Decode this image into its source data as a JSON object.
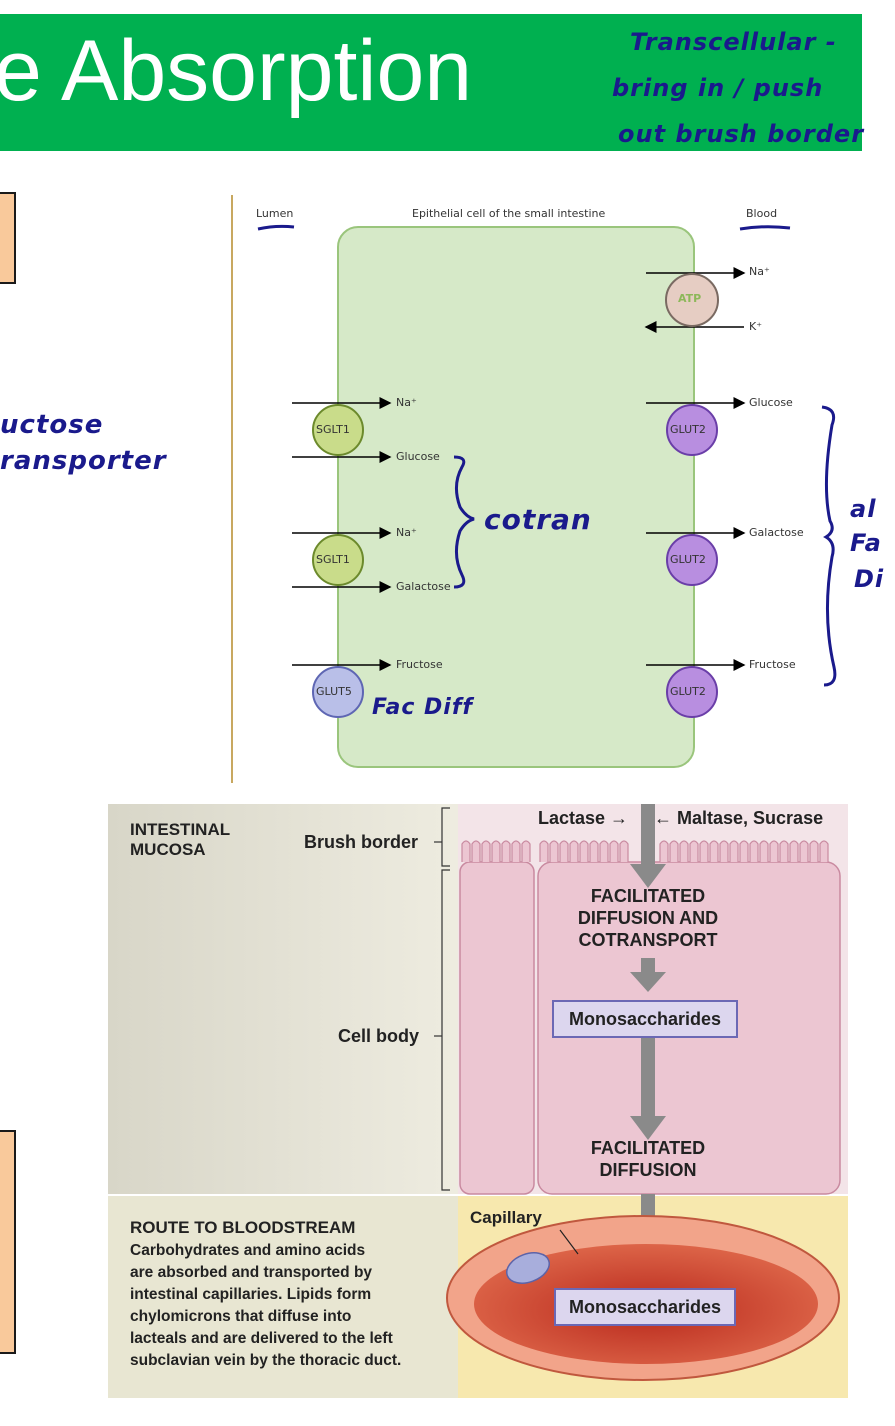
{
  "title": "e Absorption",
  "handwritten": {
    "top_right_1": "Transcellular -",
    "top_right_2": "bring in / push",
    "top_right_3": "out brush border",
    "left_1": "uctose",
    "left_2": "ransporter",
    "cotran": "cotran",
    "fac_diff": "Fac Diff",
    "right_1": "al",
    "right_2": "Fa",
    "right_3": "Di"
  },
  "cell_diagram": {
    "lumen": "Lumen",
    "cell_title": "Epithelial cell of the small intestine",
    "blood": "Blood",
    "atp": "ATP",
    "na": "Na⁺",
    "k": "K⁺",
    "glucose": "Glucose",
    "galactose": "Galactose",
    "fructose": "Fructose",
    "sglt1": "SGLT1",
    "glut5": "GLUT5",
    "glut2": "GLUT2"
  },
  "mucosa_diagram": {
    "intestinal_mucosa_1": "INTESTINAL",
    "intestinal_mucosa_2": "MUCOSA",
    "brush_border": "Brush border",
    "cell_body": "Cell body",
    "lactase": "Lactase →",
    "maltase": "← Maltase, Sucrase",
    "fac_cotrans_1": "FACILITATED",
    "fac_cotrans_2": "DIFFUSION AND",
    "fac_cotrans_3": "COTRANSPORT",
    "monosaccharides": "Monosaccharides",
    "fac_diff_1": "FACILITATED",
    "fac_diff_2": "DIFFUSION",
    "route_title": "ROUTE TO BLOODSTREAM",
    "route_text_1": "Carbohydrates and amino acids",
    "route_text_2": "are absorbed and transported by",
    "route_text_3": "intestinal capillaries. Lipids form",
    "route_text_4": "chylomicrons that diffuse into",
    "route_text_5": "lacteals and are delivered to the left",
    "route_text_6": "subclavian vein by the thoracic duct.",
    "capillary": "Capillary",
    "monosaccharides_2": "Monosaccharides"
  },
  "colors": {
    "title_bar": "#00b050",
    "handwriting": "#1a1a8c",
    "cell_fill": "#d6e9c8",
    "sglt": "#c9dc8a",
    "glut5": "#b9bfe8",
    "glut2": "#b88ee0",
    "orange_box": "#f9c99b"
  }
}
